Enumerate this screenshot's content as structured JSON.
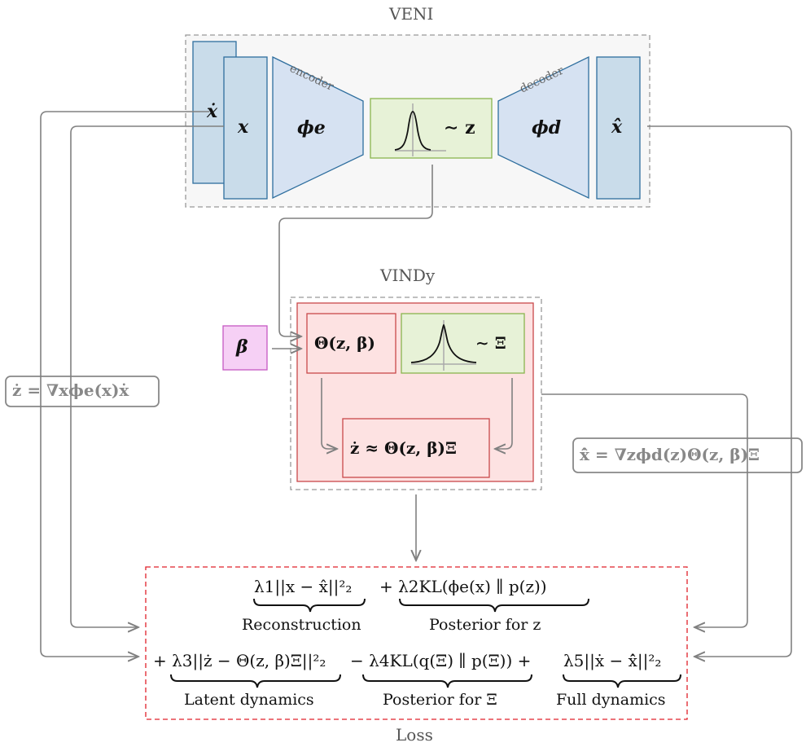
{
  "veni": {
    "title": "VENI",
    "xdot": "ẋ",
    "x": "x",
    "encoder_label": "encoder",
    "phi_e": "ϕe",
    "latent": "∼ z",
    "decoder_label": "decoder",
    "phi_d": "ϕd",
    "xhat": "x̂"
  },
  "vindy": {
    "title": "VINDy",
    "beta": "β",
    "theta": "Θ(z, β)",
    "xi": "∼ Ξ",
    "zdot_model": "ż ≈ Θ(z, β)Ξ"
  },
  "side_equations": {
    "left": "ż = ∇xϕe(x)ẋ",
    "right": "x̂̇ = ∇zϕd(z)Θ(z, β)Ξ"
  },
  "loss": {
    "title": "Loss",
    "row1": [
      {
        "expr": "λ1||x − x̂||²₂",
        "label": "Reconstruction"
      },
      {
        "expr": "+ λ2KL(ϕe(x) ∥ p(z))",
        "label": "Posterior for z"
      }
    ],
    "row2": [
      {
        "expr": "+ λ3||ż − Θ(z, β)Ξ||²₂",
        "label": "Latent dynamics"
      },
      {
        "expr": "− λ4KL(q(Ξ) ∥ p(Ξ)) +",
        "label": "Posterior for Ξ"
      },
      {
        "expr": "λ5||ẋ − x̂̇||²₂",
        "label": "Full dynamics"
      }
    ]
  },
  "colors": {
    "blue_fill": "#c9dcea",
    "blue_stroke": "#2e6e9e",
    "trap_fill": "#d6e2f2",
    "green_fill": "#e7f2d7",
    "green_stroke": "#8ab54e",
    "red_fill": "#f8d3d3",
    "red_stroke": "#c9494a",
    "pink_fill": "#f6d0f5",
    "pink_stroke": "#c659c3",
    "arrow": "#808080",
    "loss_border": "#e0202a"
  }
}
